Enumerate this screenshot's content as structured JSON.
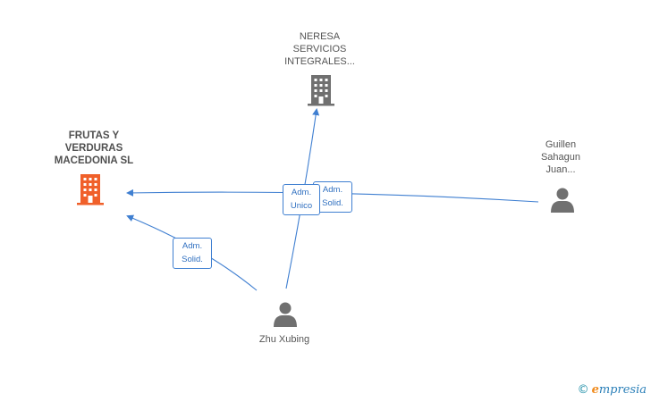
{
  "nodes": {
    "frutas": {
      "label": "FRUTAS Y\nVERDURAS\nMACEDONIA SL",
      "type": "company",
      "color": "#f0602a"
    },
    "neresa": {
      "label": "NERESA\nSERVICIOS\nINTEGRALES...",
      "type": "company",
      "color": "#707070"
    },
    "guillen": {
      "label": "Guillen\nSahagun\nJuan...",
      "type": "person",
      "color": "#707070"
    },
    "zhu": {
      "label": "Zhu Xubing",
      "type": "person",
      "color": "#707070"
    }
  },
  "edges": {
    "zhu_frutas": {
      "label": "Adm.\nSolid."
    },
    "zhu_neresa": {
      "label": "Adm.\nUnico"
    },
    "guillen_frutas": {
      "label": "Adm.\nSolid."
    }
  },
  "colors": {
    "edge": "#3f7fd1"
  },
  "footer": {
    "copyright_symbol": "©",
    "brand_initial": "e",
    "brand_rest": "mpresia"
  }
}
